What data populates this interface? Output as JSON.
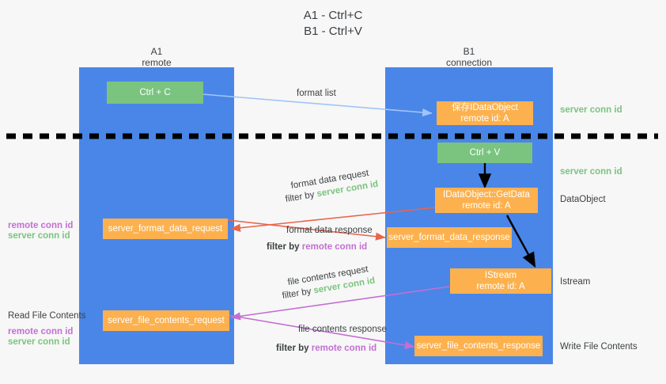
{
  "title": {
    "line1": "A1 - Ctrl+C",
    "line2": "B1 - Ctrl+V"
  },
  "columns": [
    {
      "name": "A1",
      "sub": "remote"
    },
    {
      "name": "B1",
      "sub": "connection"
    }
  ],
  "boxes": {
    "ctrl_c": {
      "line1": "Ctrl + C",
      "color": "#7ac47f"
    },
    "ctrl_v": {
      "line1": "Ctrl + V",
      "color": "#7ac47f"
    },
    "save_idataobject": {
      "line1": "保存IDataObject",
      "line2": "remote id: A",
      "color": "#fcb14e"
    },
    "getdata": {
      "line1": "IDataObject::GetData",
      "line2": "remote id: A",
      "color": "#fcb14e"
    },
    "istream": {
      "line1": "IStream",
      "line2": "remote id: A",
      "color": "#fcb14e"
    },
    "server_format_data_request": {
      "line1": "server_format_data_request",
      "color": "#fcb14e"
    },
    "server_format_data_response": {
      "line1": "server_format_data_response",
      "color": "#fcb14e"
    },
    "server_file_contents_request": {
      "line1": "server_file_contents_request",
      "color": "#fcb14e"
    },
    "server_file_contents_response": {
      "line1": "server_file_contents_response",
      "color": "#fcb14e"
    }
  },
  "arrow_labels": {
    "format_list": "format list",
    "format_data_request": "format data request",
    "format_data_response": "format data response",
    "file_contents_request": "file contents request",
    "file_contents_response": "file contents response",
    "filter_by": "filter by",
    "server_conn_id": "server conn id",
    "remote_conn_id": "remote conn id"
  },
  "right_labels": {
    "server_conn_id_top": "server conn id",
    "server_conn_id_mid": "server conn id",
    "dataobject": "DataObject",
    "istream": "Istream",
    "write_file_contents": "Write File Contents"
  },
  "left_labels": {
    "remote_conn_id_1": "remote conn id",
    "server_conn_id_1": "server conn id",
    "read_file_contents": "Read File Contents",
    "remote_conn_id_2": "remote conn id",
    "server_conn_id_2": "server conn id"
  },
  "colors": {
    "lane": "#4a86e8",
    "green": "#7ac47f",
    "orange": "#fcb14e",
    "magenta": "#c36fd4",
    "red_arrow": "#e8654a",
    "blue_arrow": "#9fc5f8",
    "black_arrow": "#000000",
    "divider": "#000000",
    "background": "#f7f7f7"
  }
}
